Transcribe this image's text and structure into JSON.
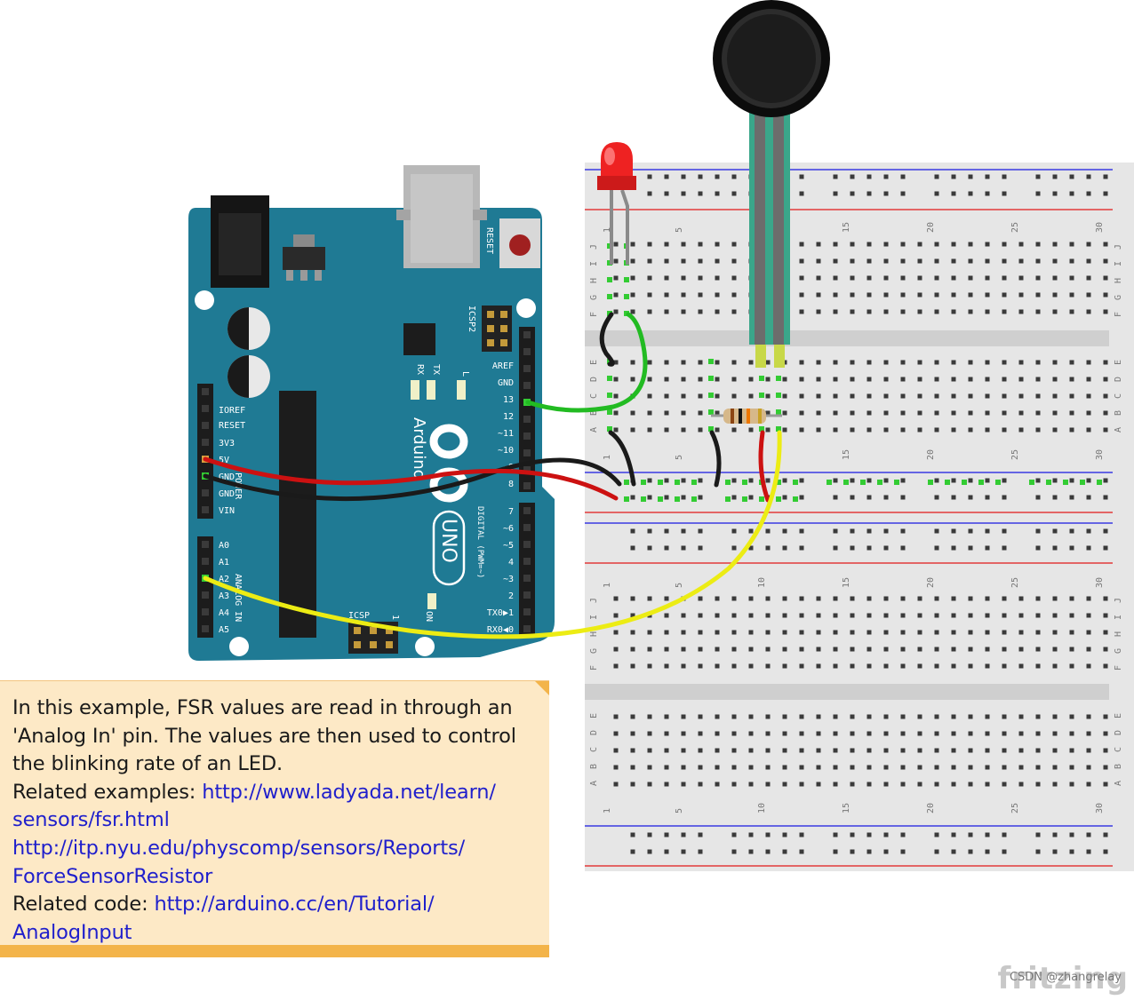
{
  "arduino": {
    "reset_label": "RESET",
    "icsp2_label": "ICSP2",
    "tx_label": "TX",
    "rx_label": "RX",
    "l_label": "L",
    "brand_label": "Arduino",
    "model_label": "UNO",
    "digital_label": "DIGITAL (PWM=~)",
    "power_label": "POWER",
    "analog_label": "ANALOG IN",
    "icsp_label": "ICSP",
    "icsp_pin_label": "1",
    "on_label": "ON",
    "top_header_pins": [
      "AREF",
      "GND",
      "13",
      "12",
      "~11",
      "~10",
      "~9",
      "8"
    ],
    "bottom_header_pins": [
      "7",
      "~6",
      "~5",
      "4",
      "~3",
      "2",
      "TX0▶1",
      "RX0◀0"
    ],
    "power_pins": [
      "IOREF",
      "RESET",
      "3V3",
      "5V",
      "GND",
      "GND",
      "VIN"
    ],
    "analog_pins": [
      "A0",
      "A1",
      "A2",
      "A3",
      "A4",
      "A5"
    ]
  },
  "breadboard": {
    "column_numbers": [
      "1",
      "5",
      "10",
      "15",
      "20",
      "25",
      "30"
    ],
    "row_letters_top": [
      "J",
      "I",
      "H",
      "G",
      "F"
    ],
    "row_letters_bottom": [
      "E",
      "D",
      "C",
      "B",
      "A"
    ]
  },
  "colors": {
    "board": "#1f7a94",
    "wire_red": "#cc1111",
    "wire_black": "#1a1a1a",
    "wire_green": "#22bb22",
    "wire_yellow": "#ecec14",
    "rail_red": "#e23a3a",
    "rail_blue": "#3a3ae2"
  },
  "note": {
    "text_lines": [
      "In this example, FSR values are read in through an",
      "'Analog In' pin. The values are then used to control",
      "the blinking rate of an LED."
    ],
    "related_examples_label": "Related examples: ",
    "link1_part1": "http://www.ladyada.net/learn/",
    "link1_part2": "sensors/fsr.html",
    "link2_part1": "http://itp.nyu.edu/physcomp/sensors/Reports/",
    "link2_part2": "ForceSensorResistor",
    "related_code_label": "Related code: ",
    "link3_part1": "http://arduino.cc/en/Tutorial/",
    "link3_part2": "AnalogInput"
  },
  "watermark": "fritzing",
  "csdn_mark": "CSDN @zhangrelay"
}
